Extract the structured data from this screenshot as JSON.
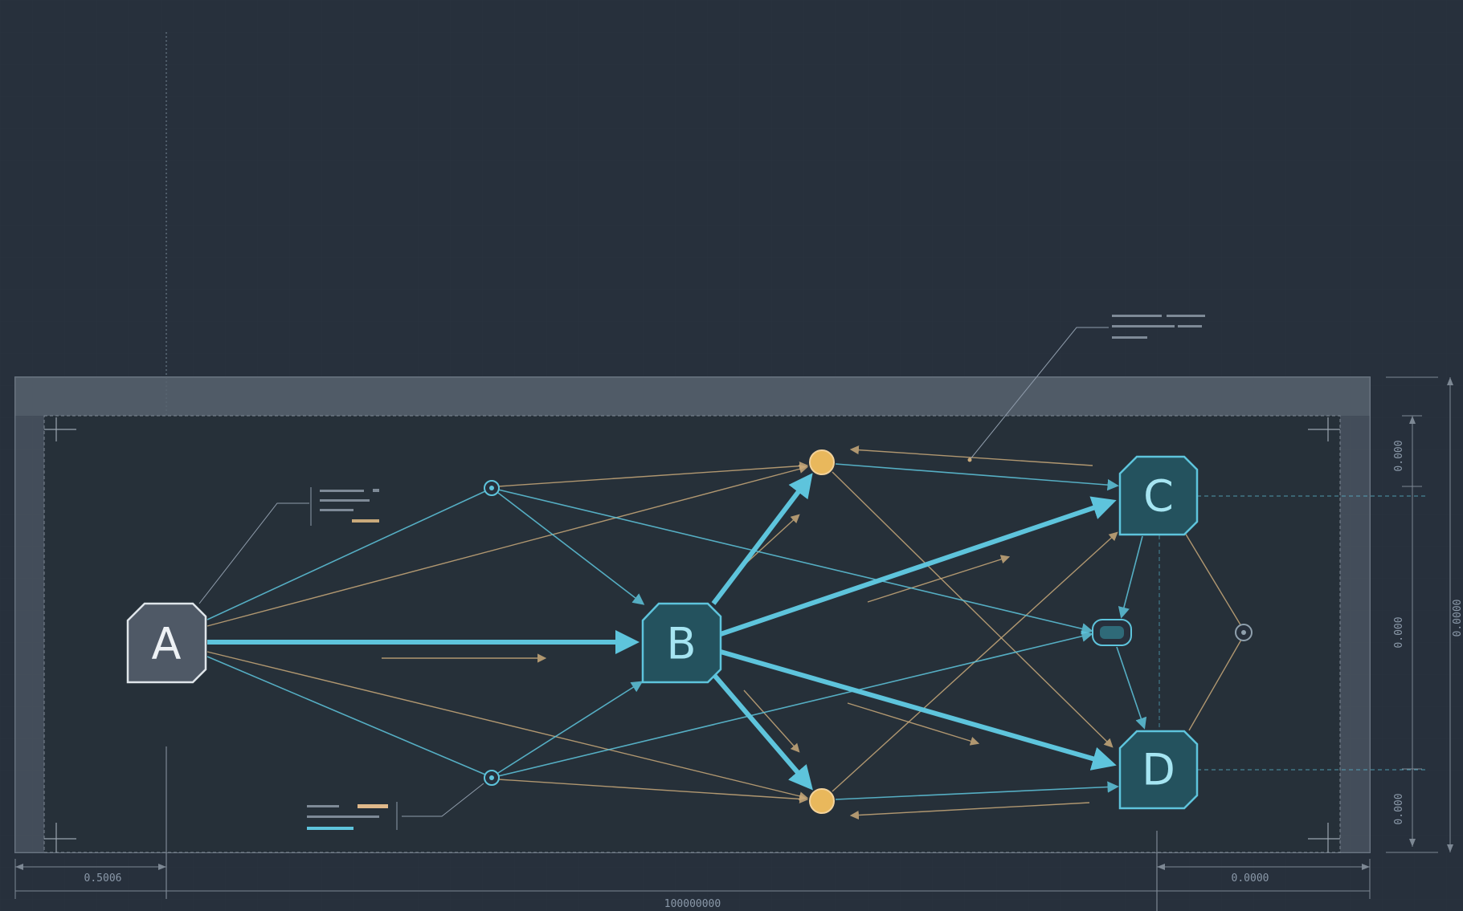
{
  "diagram": {
    "nodes": [
      {
        "id": "A",
        "label": "A",
        "style": "grey"
      },
      {
        "id": "B",
        "label": "B",
        "style": "teal"
      },
      {
        "id": "C",
        "label": "C",
        "style": "teal"
      },
      {
        "id": "D",
        "label": "D",
        "style": "teal"
      }
    ],
    "junctions": [
      {
        "id": "j-top-left",
        "kind": "small-circle"
      },
      {
        "id": "j-bottom-left",
        "kind": "small-circle"
      },
      {
        "id": "j-top-gold",
        "kind": "gold-circle"
      },
      {
        "id": "j-bottom-gold",
        "kind": "gold-circle"
      },
      {
        "id": "j-mid-right",
        "kind": "capsule"
      },
      {
        "id": "j-far-right",
        "kind": "small-circle"
      }
    ],
    "primary_edges": [
      {
        "from": "A",
        "to": "B"
      },
      {
        "from": "B",
        "to": "C"
      },
      {
        "from": "B",
        "to": "D"
      },
      {
        "from": "B",
        "to": "j-top-gold"
      },
      {
        "from": "B",
        "to": "j-bottom-gold"
      }
    ],
    "dimensions": {
      "bottom_left": "0.5006",
      "bottom_right": "0.0000",
      "bottom_total": "100000000",
      "right_top": "0.000",
      "right_mid": "0.000",
      "right_bottom": "0.000",
      "right_total": "0.0000"
    },
    "colors": {
      "background": "#27303c",
      "frame": "#5b6672",
      "teal": "#5ec4dc",
      "tan": "#c9a97a",
      "gold": "#e9b85c",
      "node_teal_fill": "#24525e",
      "node_grey_fill": "#4f5966"
    }
  }
}
